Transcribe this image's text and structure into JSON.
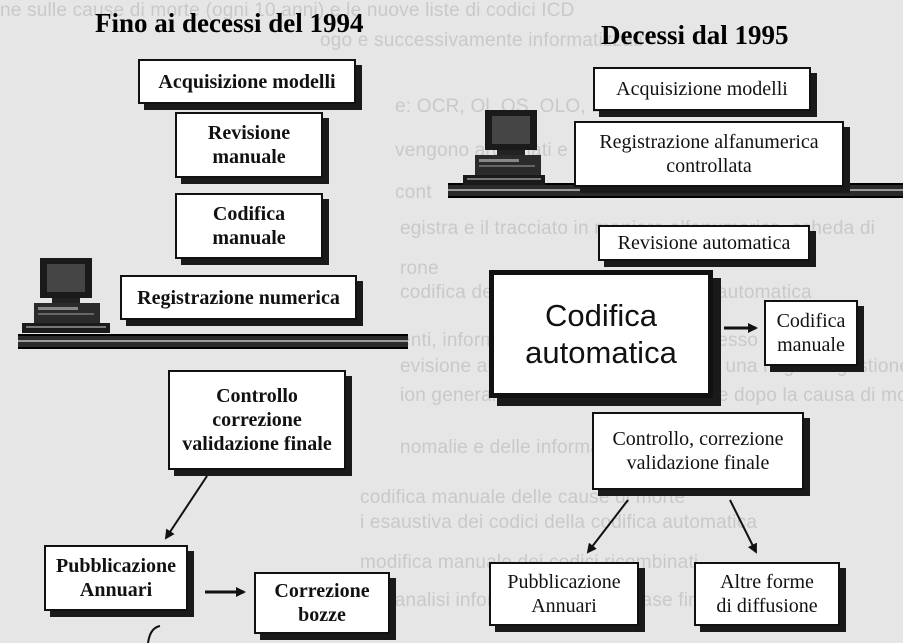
{
  "background_text": [
    "ne sulle cause di morte (ogni 10 anni) e le nuove liste di codici ICD",
    "ogo e successivamente informatizzati",
    "e: OCR, Ol, OS, OLO, DIS, lettura della bozza",
    "vengono archiviati e controllati",
    "cont",
    "egistra e il tracciato in maniera alfanumerica, scheda di",
    "rone",
    "codifica della scheda di conversione automatica",
    "enti, informazioni alternative del processo",
    "evisione automatica della scheda per una migliore gestione della qualità",
    "ion generale delle schede anagrafiche dopo la causa di morte",
    "nomalie e delle informazioni diagnostiche",
    "codifica manuale delle cause di morte",
    "i esaustiva dei codici della codifica automatica",
    "modifica manuale dei codici ricombinati",
    "ortuna dell'analisi informativa del data base finale"
  ],
  "left": {
    "title": "Fino ai decessi del 1994",
    "acquisizione": "Acquisizione modelli",
    "revisione": [
      "Revisione",
      "manuale"
    ],
    "codifica": [
      "Codifica",
      "manuale"
    ],
    "registrazione": "Registrazione numerica",
    "controllo": [
      "Controllo",
      "correzione",
      "validazione finale"
    ],
    "pubblicazione": [
      "Pubblicazione",
      "Annuari"
    ],
    "correzione_bozze": [
      "Correzione",
      "bozze"
    ]
  },
  "right": {
    "title": "Decessi dal 1995",
    "acquisizione": "Acquisizione modelli",
    "registrazione": [
      "Registrazione alfanumerica",
      "controllata"
    ],
    "revisione": "Revisione automatica",
    "codifica_auto": [
      "Codifica",
      "automatica"
    ],
    "codifica_manuale": [
      "Codifica",
      "manuale"
    ],
    "controllo": [
      "Controllo, correzione",
      "validazione finale"
    ],
    "pubblicazione": [
      "Pubblicazione",
      "Annuari"
    ],
    "altre_forme": [
      "Altre forme",
      "di diffusione"
    ]
  },
  "icons": [
    "computer-icon",
    "computer-icon"
  ]
}
